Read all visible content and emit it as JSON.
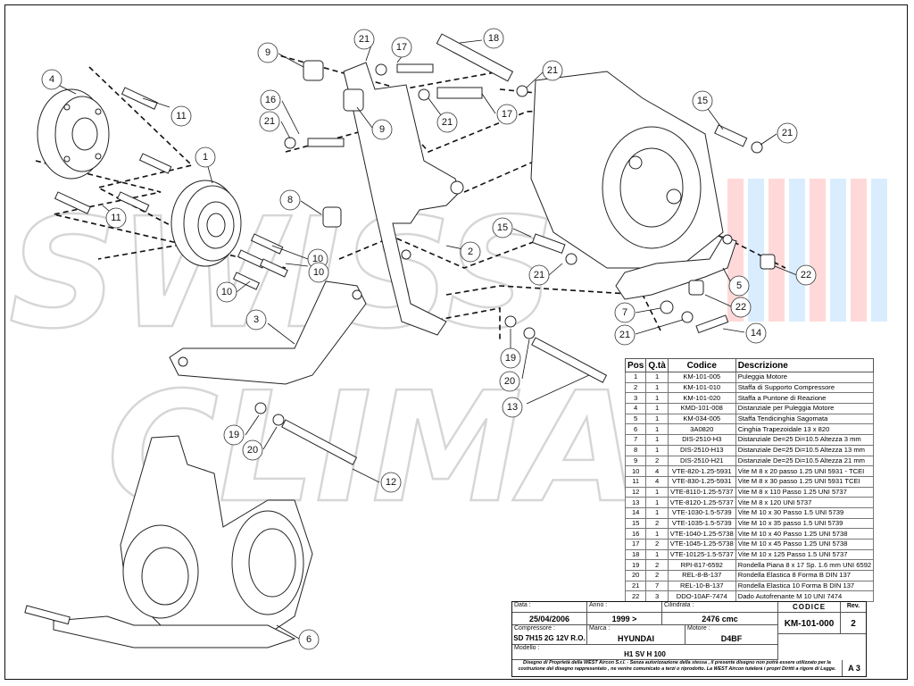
{
  "drawing": {
    "watermark": {
      "line1": "SWISS",
      "line2": "CLIMA",
      "colors": [
        "#ff9a9a",
        "#9ad0ff"
      ]
    },
    "labels": [
      "1",
      "2",
      "3",
      "4",
      "5",
      "6",
      "7",
      "8",
      "9",
      "9",
      "10",
      "10",
      "10",
      "11",
      "11",
      "12",
      "13",
      "14",
      "15",
      "15",
      "16",
      "17",
      "17",
      "18",
      "19",
      "19",
      "20",
      "20",
      "21",
      "21",
      "21",
      "21",
      "21",
      "21",
      "22",
      "22"
    ]
  },
  "bom": {
    "headers": {
      "pos": "Pos",
      "qty": "Q.tà",
      "code": "Codice",
      "desc": "Descrizione"
    },
    "rows": [
      [
        "1",
        "1",
        "KM-101-005",
        "Puleggia Motore"
      ],
      [
        "2",
        "1",
        "KM-101-010",
        "Staffa di Supporto Compressore"
      ],
      [
        "3",
        "1",
        "KM-101-020",
        "Staffa a Puntone di Reazione"
      ],
      [
        "4",
        "1",
        "KMD-101-008",
        "Distanziale per Puleggia Motore"
      ],
      [
        "5",
        "1",
        "KM-034-005",
        "Staffa Tendicinghia Sagomata"
      ],
      [
        "6",
        "1",
        "3A0820",
        "Cinghia Trapezoidale 13 x 820"
      ],
      [
        "7",
        "1",
        "DIS-2510-H3",
        "Distanziale De=25 Di=10.5 Altezza 3 mm"
      ],
      [
        "8",
        "1",
        "DIS-2510-H13",
        "Distanziale De=25 Di=10.5 Altezza 13 mm"
      ],
      [
        "9",
        "2",
        "DIS-2510-H21",
        "Distanziale De=25 Di=10.5 Altezza 21 mm"
      ],
      [
        "10",
        "4",
        "VTE-820-1.25-5931",
        "Vite M 8 x 20 passo 1.25 UNI 5931 - TCEI"
      ],
      [
        "11",
        "4",
        "VTE-830-1.25-5931",
        "Vite M 8 x 30 passo 1.25 UNI 5931 TCEI"
      ],
      [
        "12",
        "1",
        "VTE-8110-1.25-5737",
        "Vite M 8 x 110 Passo 1.25 UNI 5737"
      ],
      [
        "13",
        "1",
        "VTE-8120-1.25-5737",
        "Vite M 8 x 120 UNI 5737"
      ],
      [
        "14",
        "1",
        "VTE-1030-1.5-5739",
        "Vite M 10 x 30 Passo 1.5 UNI 5739"
      ],
      [
        "15",
        "2",
        "VTE-1035-1.5-5739",
        "Vite M 10 x 35 passo 1.5 UNI 5739"
      ],
      [
        "16",
        "1",
        "VTE-1040-1.25-5738",
        "Vite M 10 x 40 Passo 1.25 UNI 5738"
      ],
      [
        "17",
        "2",
        "VTE-1045-1.25-5738",
        "Vite M 10 x 45 Passo 1.25 UNI 5738"
      ],
      [
        "18",
        "1",
        "VTE-10125-1.5-5737",
        "Vite M 10 x 125 Passo 1.5 UNI 5737"
      ],
      [
        "19",
        "2",
        "RPI-817-6592",
        "Rondella Piana 8 x 17 Sp. 1.6 mm UNI 6592"
      ],
      [
        "20",
        "2",
        "REL-8-B-137",
        "Rondella Elastica 8 Forma B DIN 137"
      ],
      [
        "21",
        "7",
        "REL-10-B-137",
        "Rondella Elastica 10 Forma B DIN 137"
      ],
      [
        "22",
        "3",
        "DDO-10AF-7474",
        "Dado Autofrenante M 10 UNI 7474"
      ]
    ]
  },
  "title_block": {
    "data_label": "Data :",
    "data": "25/04/2006",
    "anno_label": "Anno :",
    "anno": "1999 >",
    "cilindrata_label": "Cilindrata :",
    "cilindrata": "2476 cmc",
    "codice_label": "CODICE",
    "codice": "KM-101-000",
    "rev_label": "Rev.",
    "rev": "2",
    "compressore_label": "Compressore :",
    "compressore": "SD 7H15 2G 12V R.O.",
    "marca_label": "Marca :",
    "marca": "HYUNDAI",
    "motore_label": "Motore :",
    "motore": "D4BF",
    "modello_label": "Modello :",
    "modello": "H1 SV H 100",
    "note": "Disegno di Proprietà della WEST Aircon S.r.l. - Senza autorizzazione della stessa , il presente disegno non potrà essere utilizzato per la costruzione del disegno rappresentato , ne venire comunicato a terzi o riprodotto. La WEST Aircon tutelerà i propri Diritti a rigore di Legge.",
    "format": "A 3"
  }
}
